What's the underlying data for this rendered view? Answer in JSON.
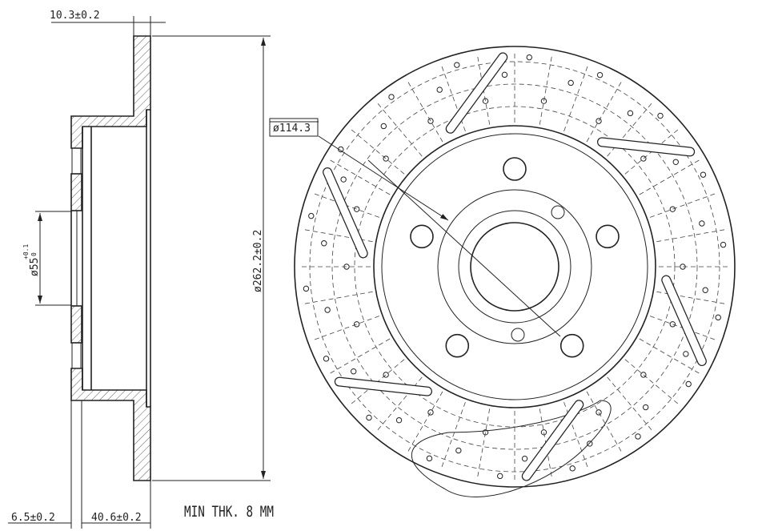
{
  "dimensions": {
    "flange_thickness": "10.3±0.2",
    "outer_diameter": "ø262.2±0.2",
    "center_bore": "ø55",
    "center_bore_tol_upper": "+0.1",
    "center_bore_tol_lower": "0",
    "bolt_circle": "ø114.3",
    "hat_offset": "6.5±0.2",
    "hat_height": "40.6±0.2"
  },
  "note": "MIN THK. 8 MM",
  "disc": {
    "bolt_holes": 5,
    "slots": 6,
    "drill_rings": 3
  }
}
